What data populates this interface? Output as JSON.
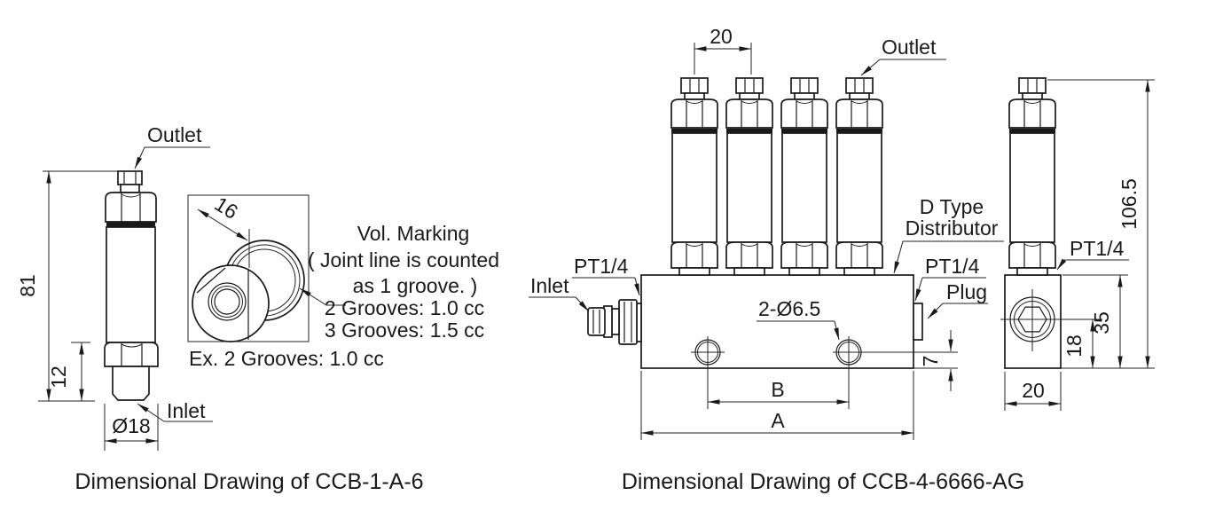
{
  "left_drawing": {
    "caption": "Dimensional Drawing of CCB-1-A-6",
    "labels": {
      "outlet": "Outlet",
      "inlet": "Inlet"
    },
    "dims": {
      "overall_height": "81",
      "inlet_thread_length": "12",
      "inlet_diameter": "Ø18",
      "nut_width": "16"
    },
    "volume_note": {
      "line1": "Vol. Marking",
      "line2": "( Joint line is counted",
      "line3": "as 1 groove. )",
      "line4": "2 Grooves: 1.0 cc",
      "line5": "3 Grooves: 1.5 cc",
      "example": "Ex. 2 Grooves: 1.0 cc"
    }
  },
  "right_drawing": {
    "caption": "Dimensional Drawing of CCB-4-6666-AG",
    "labels": {
      "outlet": "Outlet",
      "inlet": "Inlet",
      "inlet_port": "PT1/4",
      "distributor_line1": "D Type",
      "distributor_line2": "Distributor",
      "plug_port": "PT1/4",
      "plug": "Plug"
    },
    "dims": {
      "outlet_pitch": "20",
      "mount_holes": "2-Ø6.5",
      "hole_edge_offset": "7",
      "hole_span": "B",
      "overall_length": "A"
    }
  },
  "side_view": {
    "labels": {
      "outlet_port": "PT1/4"
    },
    "dims": {
      "overall_height": "106.5",
      "block_height": "35",
      "port_center_height": "18",
      "block_depth": "20"
    }
  }
}
